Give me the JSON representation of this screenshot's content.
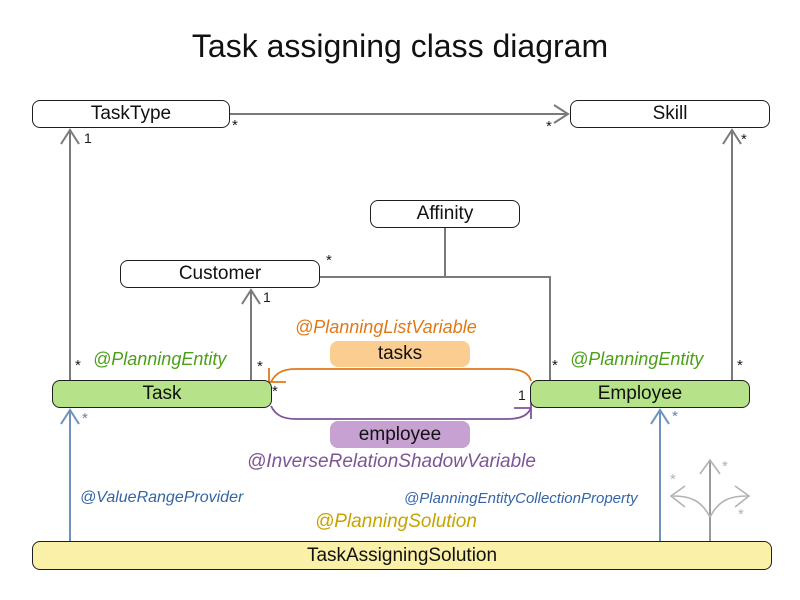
{
  "title": "Task assigning class diagram",
  "classes": {
    "tasktype": {
      "label": "TaskType"
    },
    "skill": {
      "label": "Skill"
    },
    "affinity": {
      "label": "Affinity"
    },
    "customer": {
      "label": "Customer"
    },
    "task": {
      "label": "Task"
    },
    "employee": {
      "label": "Employee"
    },
    "solution": {
      "label": "TaskAssigningSolution"
    }
  },
  "fields": {
    "tasks": {
      "label": "tasks"
    },
    "employee": {
      "label": "employee"
    }
  },
  "annotations": {
    "task_planning_entity": "@PlanningEntity",
    "employee_planning_entity": "@PlanningEntity",
    "planning_list_variable": "@PlanningListVariable",
    "inverse_relation_shadow_variable": "@InverseRelationShadowVariable",
    "value_range_provider": "@ValueRangeProvider",
    "planning_entity_collection_property": "@PlanningEntityCollectionProperty",
    "planning_solution": "@PlanningSolution"
  },
  "multiplicities": {
    "tasktype_bottom_1": {
      "text": "1"
    },
    "tasktype_right_star": {
      "text": "*"
    },
    "skill_left_star": {
      "text": "*"
    },
    "skill_bottom_star": {
      "text": "*"
    },
    "customer_right_star": {
      "text": "*"
    },
    "customer_bottom_1": {
      "text": "1"
    },
    "task_top_left_star": {
      "text": "*"
    },
    "task_top_right_star": {
      "text": "*"
    },
    "employee_top_left_star": {
      "text": "*"
    },
    "employee_top_right_star": {
      "text": "*"
    },
    "tasks_source_star": {
      "text": "*"
    },
    "employee_target_1": {
      "text": "1"
    },
    "task_bottom_star": {
      "text": "*"
    },
    "employee_bottom_star": {
      "text": "*"
    },
    "ghost_left_star": {
      "text": "*"
    },
    "ghost_top_star": {
      "text": "*"
    },
    "ghost_right_star": {
      "text": "*"
    }
  },
  "colors": {
    "entity_fill": "#b6e289",
    "solution_fill": "#fbf0a8",
    "tasks_chip_fill": "#fbcd90",
    "employee_chip_fill": "#c6a1d1",
    "green_annotation": "#4ba018",
    "orange_annotation": "#e07818",
    "purple_annotation": "#7d5596",
    "blue_annotation": "#3465a4",
    "gold_annotation": "#c7a300",
    "blue_arrow": "#7191bd",
    "gray_line": "#7a7a7a"
  }
}
